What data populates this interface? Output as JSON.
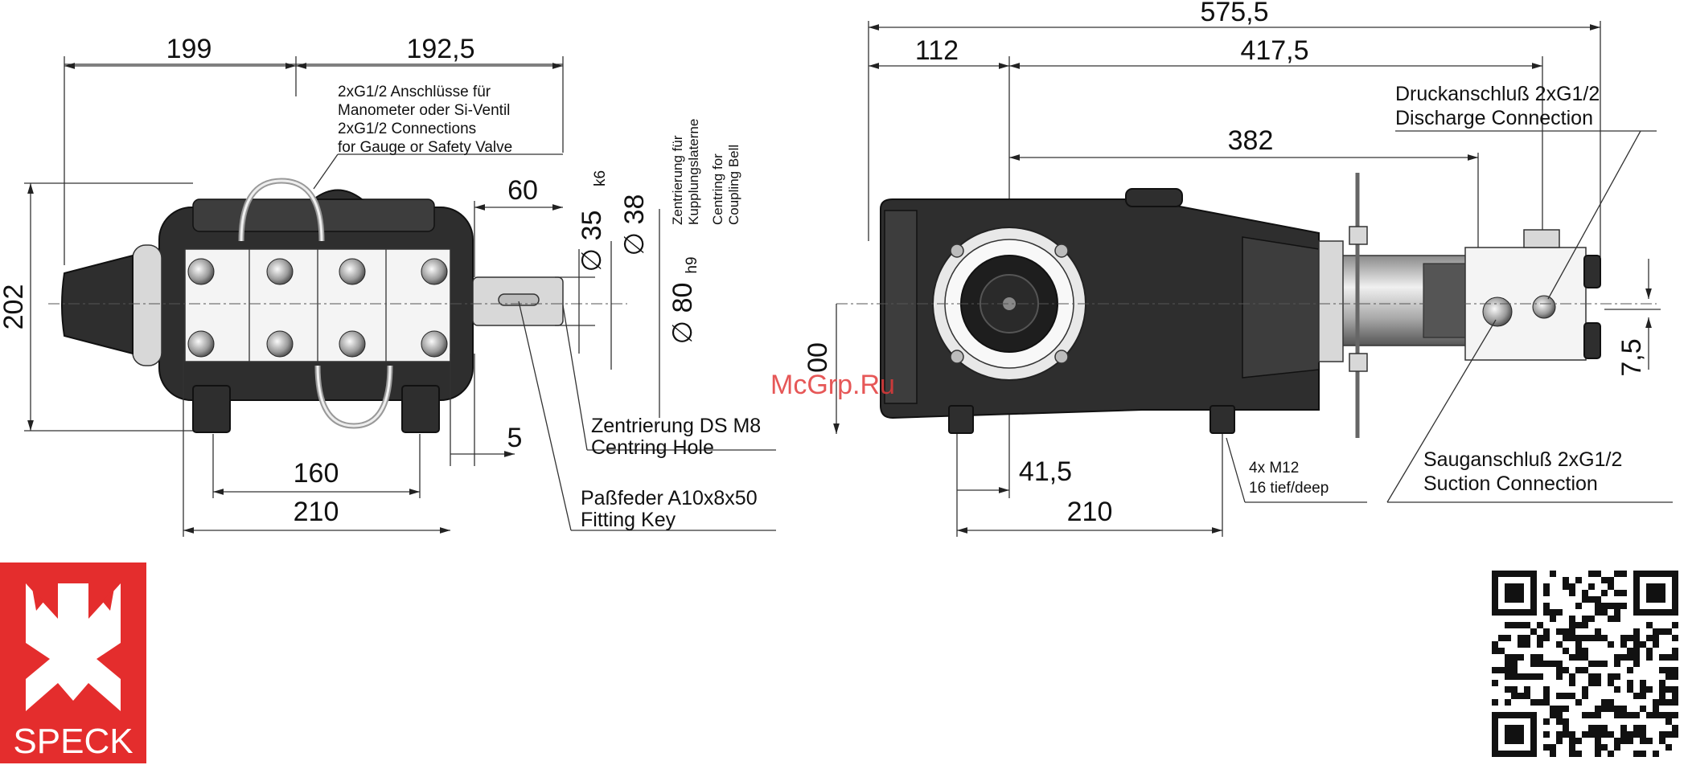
{
  "dimensions": {
    "left_view": {
      "width_left": "199",
      "width_right": "192,5",
      "height": "202",
      "shaft_length": "60",
      "shaft_offset": "5",
      "foot_spacing": "160",
      "foot_width": "210",
      "shaft_diameter": "∅ 35",
      "shaft_diameter_tol": "k6",
      "shoulder_diameter": "∅ 38",
      "centring_diameter": "∅ 80",
      "centring_diameter_tol": "h9"
    },
    "right_view": {
      "total_length": "575,5",
      "front_length": "112",
      "rear_length": "417,5",
      "stroke_length": "382",
      "height_partial": "00",
      "foot_offset": "41,5",
      "foot_width": "210",
      "port_offset": "7,5"
    }
  },
  "callouts": {
    "gauge_connections": [
      "2xG1/2 Anschlüsse für",
      "Manometer oder Si-Ventil",
      "2xG1/2 Connections",
      "for Gauge or Safety Valve"
    ],
    "coupling_bell": [
      "Zentrierung für",
      "Kupplungslaterne",
      "Centring for",
      "Coupling Bell"
    ],
    "centring_hole": [
      "Zentrierung DS M8",
      "Centring Hole"
    ],
    "fitting_key": [
      "Paßfeder A10x8x50",
      "Fitting Key"
    ],
    "discharge": [
      "Druckanschluß 2xG1/2",
      "Discharge Connection"
    ],
    "suction": [
      "Sauganschluß 2xG1/2",
      "Suction Connection"
    ],
    "mounting_holes": [
      "4x M12",
      "16 tief/deep"
    ]
  },
  "watermark": "McGrp.Ru",
  "logo": {
    "text": "SPECK",
    "color": "#e42d2d"
  },
  "qr_code": {
    "icon": "qr-code-icon"
  }
}
